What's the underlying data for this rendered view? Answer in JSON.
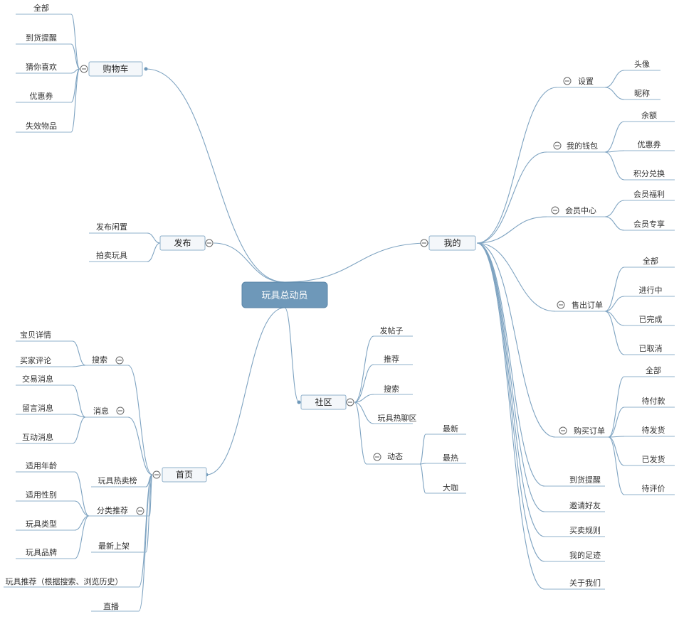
{
  "root": "玩具总动员",
  "branches": {
    "cart": {
      "label": "购物车",
      "items": [
        "全部",
        "到货提醒",
        "猜你喜欢",
        "优惠券",
        "失效物品"
      ]
    },
    "publish": {
      "label": "发布",
      "items": [
        "发布闲置",
        "拍卖玩具"
      ]
    },
    "home": {
      "label": "首页",
      "search": {
        "label": "搜索",
        "items": [
          "宝贝详情",
          "买家评论"
        ]
      },
      "message": {
        "label": "消息",
        "items": [
          "交易消息",
          "留言消息",
          "互动消息"
        ]
      },
      "hot_list": "玩具热卖榜",
      "category": {
        "label": "分类推荐",
        "items": [
          "适用年龄",
          "适用性别",
          "玩具类型",
          "玩具品牌"
        ]
      },
      "new_arrival": "最新上架",
      "recommend": "玩具推荐（根据搜索、浏览历史）",
      "live": "直播"
    },
    "community": {
      "label": "社区",
      "items": [
        "发帖子",
        "推荐",
        "搜索",
        "玩具热聊区"
      ],
      "feed": {
        "label": "动态",
        "items": [
          "最新",
          "最热",
          "大咖"
        ]
      }
    },
    "mine": {
      "label": "我的",
      "settings": {
        "label": "设置",
        "items": [
          "头像",
          "昵称"
        ]
      },
      "wallet": {
        "label": "我的钱包",
        "items": [
          "余额",
          "优惠券",
          "积分兑换"
        ]
      },
      "member": {
        "label": "会员中心",
        "items": [
          "会员福利",
          "会员专享"
        ]
      },
      "sold": {
        "label": "售出订单",
        "items": [
          "全部",
          "进行中",
          "已完成",
          "已取消"
        ]
      },
      "bought": {
        "label": "购买订单",
        "items": [
          "全部",
          "待付款",
          "待发货",
          "已发货",
          "待评价"
        ]
      },
      "others": [
        "到货提醒",
        "邀请好友",
        "买卖规则",
        "我的足迹",
        "关于我们"
      ]
    }
  },
  "colors": {
    "line": "#7ea3c1",
    "root_fill": "#6e98b9",
    "node_fill": "#f4f7fa",
    "text": "#333333"
  }
}
